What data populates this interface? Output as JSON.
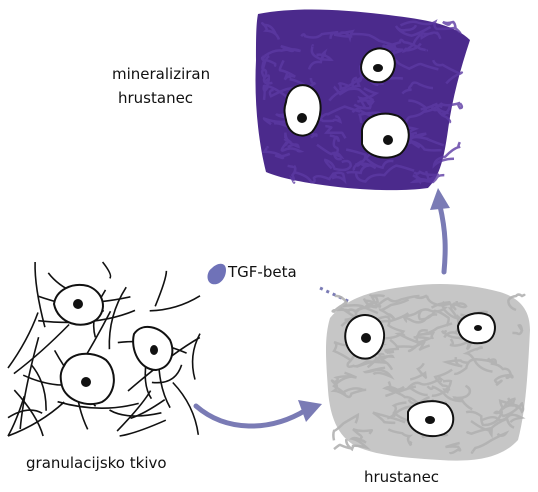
{
  "labels": {
    "mineralized_line1": "mineraliziran",
    "mineralized_line2": "hrustanec",
    "tgf": "TGF-beta",
    "granulation": "granulacijsko tkivo",
    "cartilage": "hrustanec"
  },
  "colors": {
    "mineralized_fill": "#4b2a8c",
    "mineralized_scribble": "#5c3aa3",
    "cartilage_fill": "#c6c6c6",
    "cartilage_scribble": "#b2b2b2",
    "arrow": "#7a7bb5",
    "tgf_blob": "#6f72b8",
    "outline": "#111111"
  }
}
